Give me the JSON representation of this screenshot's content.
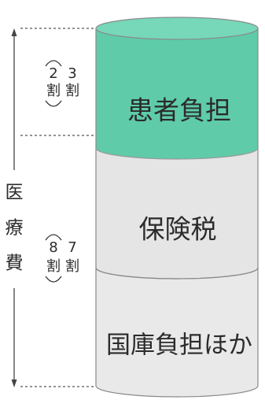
{
  "axis": {
    "label_chars": [
      "医",
      "療",
      "費"
    ]
  },
  "segments": [
    {
      "label": "患者負担",
      "share_lines": [
        "2",
        "割",
        "3",
        "割"
      ],
      "color": "#5fcba8"
    },
    {
      "label": "保険税",
      "share_lines": [
        "8",
        "割",
        "7",
        "割"
      ],
      "color": "#e6e6e6"
    },
    {
      "label": "国庫負担ほか",
      "share_lines": [],
      "color": "#e9e9e9"
    }
  ],
  "colors": {
    "teal": "#5fcba8",
    "teal_top": "#73d6b6",
    "grey": "#e7e7e7",
    "grey_top": "#eeeeee",
    "text": "#2b2b2b"
  }
}
